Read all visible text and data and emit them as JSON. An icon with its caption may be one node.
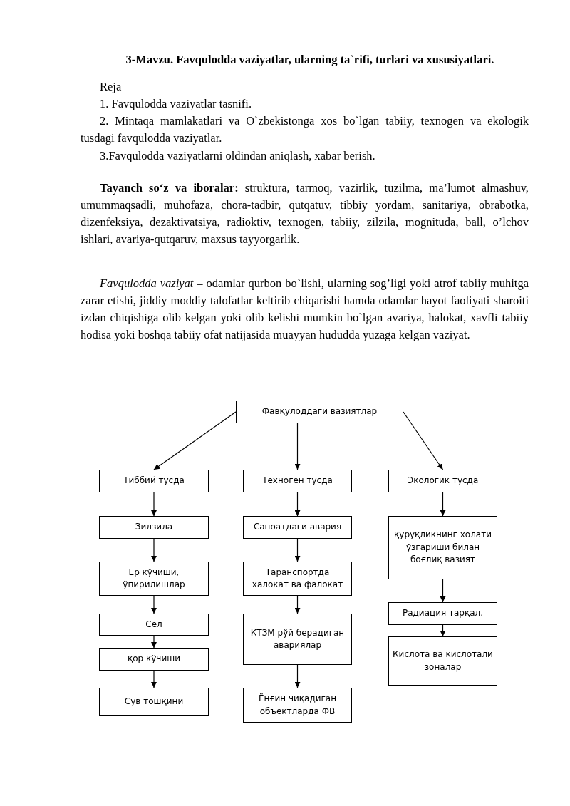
{
  "diagram": {
    "title": "3-Mavzu. Favqulodda vaziyatlar, ularning ta`rifi, turlari va xususiyatlari.",
    "nodes": [
      {
        "text": [
          "Фавқулоддаги вазиятлар"
        ]
      },
      {
        "text": [
          "Тиббий тусда"
        ]
      },
      {
        "text": [
          "Зилзила"
        ]
      },
      {
        "text": [
          "Ер кўчиши, ўпирилишлар"
        ]
      },
      {
        "text": [
          "Сел"
        ]
      },
      {
        "text": [
          "қор кўчиши"
        ]
      },
      {
        "text": [
          "Сув тошқини"
        ]
      },
      {
        "text": [
          "Техноген тусда"
        ]
      },
      {
        "text": [
          "Саноатдаги авария"
        ]
      },
      {
        "text": [
          "Таранспортда халокат ва фалокат"
        ]
      },
      {
        "text": [
          "КТЗМ рўй берадиган авариялар"
        ]
      },
      {
        "text": [
          "Ёнғин чиқадиган объектларда ФВ"
        ]
      },
      {
        "text": [
          "Экологик тусда"
        ]
      },
      {
        "text": [
          "қуруқликнинг холати ўзгариши билан боғлиқ вазият"
        ]
      },
      {
        "text": [
          "Радиация тарқал."
        ]
      },
      {
        "text": [
          "Кислота ва кислотали зоналар"
        ]
      }
    ],
    "edges": [
      {
        "from": 0,
        "to": 1,
        "arrow": "to"
      },
      {
        "from": 0,
        "to": 7,
        "arrow": "to"
      },
      {
        "from": 0,
        "to": 12,
        "arrow": "to"
      },
      {
        "from": 1,
        "to": 2,
        "arrow": "to"
      },
      {
        "from": 2,
        "to": 3,
        "arrow": "to"
      },
      {
        "from": 3,
        "to": 4,
        "arrow": "to"
      },
      {
        "from": 4,
        "to": 5,
        "arrow": "to"
      },
      {
        "from": 5,
        "to": 6,
        "arrow": "to"
      },
      {
        "from": 7,
        "to": 8,
        "arrow": "to"
      },
      {
        "from": 8,
        "to": 9,
        "arrow": "to"
      },
      {
        "from": 9,
        "to": 10,
        "arrow": "to"
      },
      {
        "from": 10,
        "to": 11,
        "arrow": "to"
      },
      {
        "from": 12,
        "to": 13,
        "arrow": "to"
      },
      {
        "from": 13,
        "to": 14,
        "arrow": "to"
      },
      {
        "from": 14,
        "to": 15,
        "arrow": "to"
      }
    ],
    "labels": [
      "Reja",
      "1. Favqulodda vaziyatlar tasnifi.",
      "2. Mintaqa mamlakatlari va O`zbekistonga xos bo`lgan tabiiy, texnogen va ekologik tusdagi favqulodda vaziyatlar.",
      "3.Favqulodda vaziyatlarni oldindan aniqlash, xabar berish.",
      "**Tayanch so‘z va iboralar:** struktura, tarmoq, vazirlik, tuzilma, ma’lumot almashuv, umummaqsadli, muhofaza, chora-tadbir, qutqatuv, tibbiy yordam, sanitariya, obrabotka, dizenfeksiya, dezaktivatsiya, radioktiv, texnogen, tabiiy, zilzila, mognituda, ball, o’lchov ishlari, avariya-qutqaruv, maxsus tayyorgarlik.",
      "*Favqulodda vaziyat* – odamlar qurbon bo`lishi, ularning sog’ligi yoki atrof tabiiy muhitga zarar etishi, jiddiy moddiy talofatlar keltirib chiqarishi hamda odamlar hayot faoliyati sharoiti izdan chiqishiga olib kelgan yoki olib kelishi mumkin bo`lgan avariya, halokat, xavfli tabiiy hodisa yoki boshqa tabiiy ofat natijasida muayyan hududda yuzaga kelgan vaziyat."
    ]
  }
}
